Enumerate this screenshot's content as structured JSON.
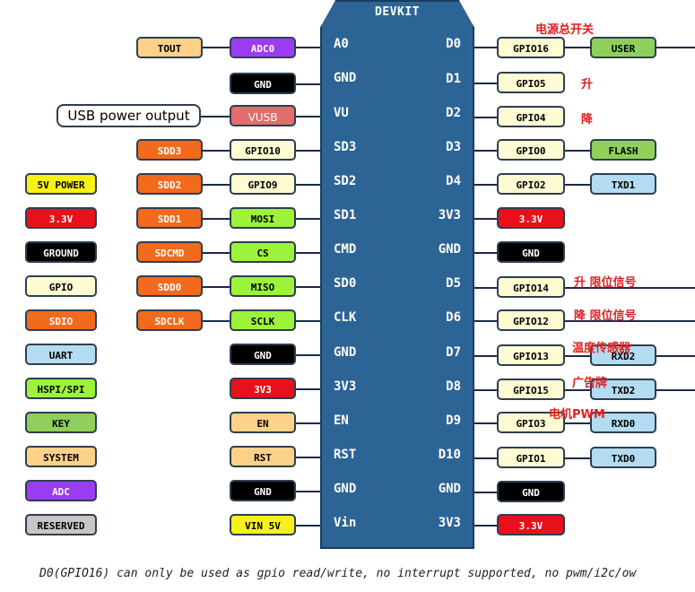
{
  "board": {
    "title": "DEVKIT"
  },
  "colors": {
    "power": "#e8101a",
    "ground": "#000000",
    "gpio": "#fffbd3",
    "sdio": "#f26a1c",
    "uart": "#b3dbf1",
    "hspi": "#9df23a",
    "key": "#8ed05a",
    "system": "#fdd189",
    "adc": "#9b3cf2",
    "reserved": "#c6c6c6",
    "vin": "#f7f116",
    "vusb": "#e36c6c"
  },
  "left_pins": [
    "A0",
    "GND",
    "VU",
    "SD3",
    "SD2",
    "SD1",
    "CMD",
    "SD0",
    "CLK",
    "GND",
    "3V3",
    "EN",
    "RST",
    "GND",
    "Vin"
  ],
  "right_pins": [
    "D0",
    "D1",
    "D2",
    "D3",
    "D4",
    "3V3",
    "GND",
    "D5",
    "D6",
    "D7",
    "D8",
    "D9",
    "D10",
    "GND",
    "3V3"
  ],
  "left_inner": [
    "ADC0",
    "GND",
    "VUSB",
    "GPIO10",
    "GPIO9",
    "MOSI",
    "CS",
    "MISO",
    "SCLK",
    "GND",
    "3V3",
    "EN",
    "RST",
    "GND",
    "VIN 5V"
  ],
  "left_outer": {
    "tout": "TOUT",
    "sdd3": "SDD3",
    "sdd2": "SDD2",
    "sdd1": "SDD1",
    "sdcmd": "SDCMD",
    "sdd0": "SDD0",
    "sdclk": "SDCLK"
  },
  "usb_label": "USB power output",
  "right_inner": [
    "GPIO16",
    "GPIO5",
    "GPIO4",
    "GPIO0",
    "GPIO2",
    "3.3V",
    "GND",
    "GPIO14",
    "GPIO12",
    "GPIO13",
    "GPIO15",
    "GPIO3",
    "GPIO1",
    "GND",
    "3.3V"
  ],
  "right_outer": {
    "user": "USER",
    "flash": "FLASH",
    "txd1": "TXD1",
    "rxd2": "RXD2",
    "txd2": "TXD2",
    "rxd0": "RXD0",
    "txd0": "TXD0"
  },
  "legend": [
    "5V POWER",
    "3.3V",
    "GROUND",
    "GPIO",
    "SDIO",
    "HSPI/SPI",
    "KEY",
    "SYSTEM",
    "ADC",
    "RESERVED"
  ],
  "legend_uart": "UART",
  "annotations": {
    "power_switch": "电源总开关",
    "up": "升",
    "down": "降",
    "up_limit": "升 限位信号",
    "down_limit": "降 限位信号",
    "temp_sensor": "温度传感器",
    "ad_board": "广告牌",
    "motor_pwm": "电机PWM"
  },
  "footnote": "D0(GPIO16) can only be used as gpio read/write, no interrupt supported, no pwm/i2c/ow"
}
